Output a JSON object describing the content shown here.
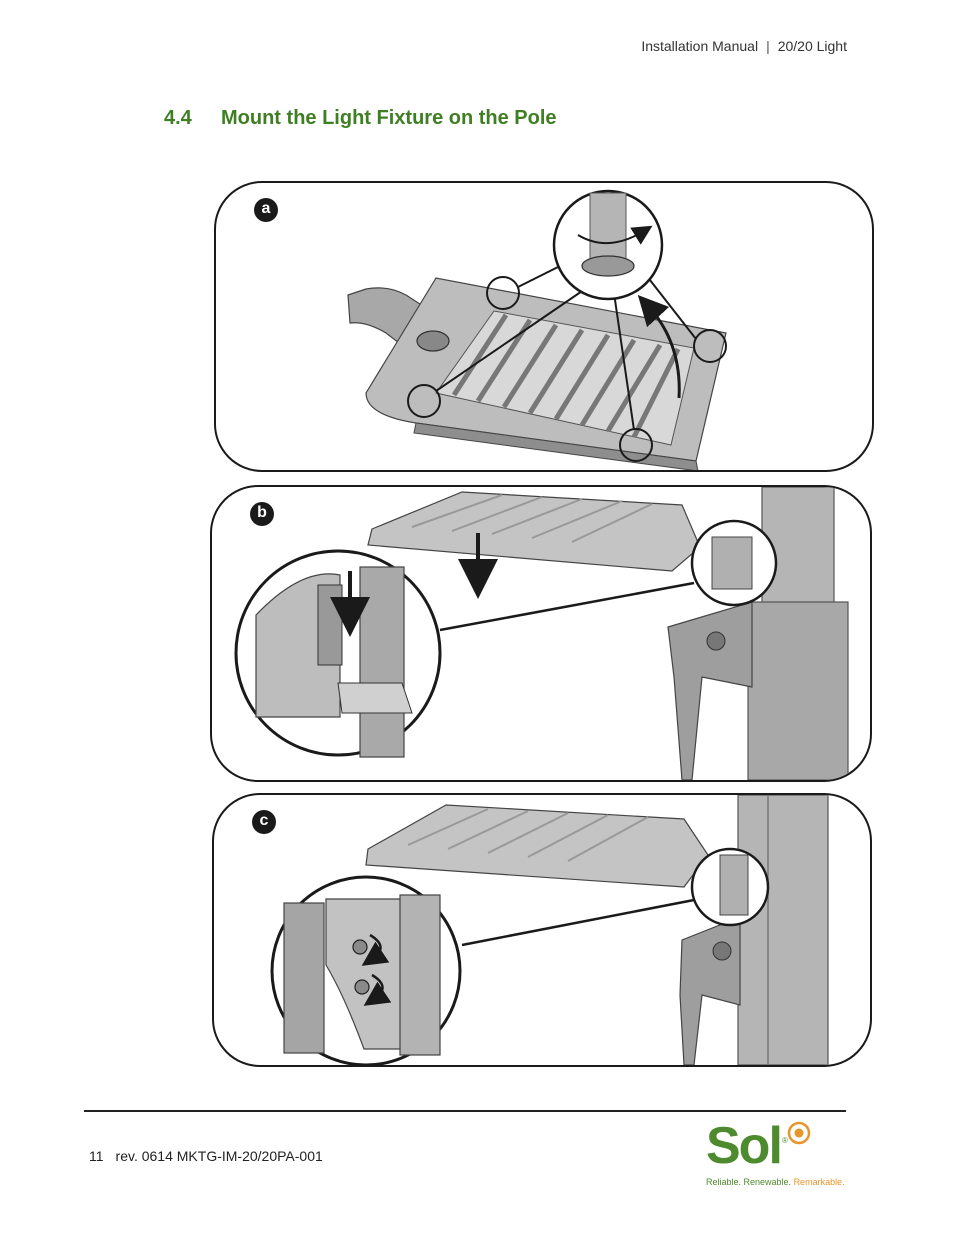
{
  "header": {
    "doc": "Installation Manual",
    "separator": "|",
    "product": "20/20 Light"
  },
  "section": {
    "number": "4.4",
    "title": "Mount the Light Fixture on the Pole"
  },
  "panels": [
    {
      "label": "a"
    },
    {
      "label": "b"
    },
    {
      "label": "c"
    }
  ],
  "footer": {
    "page": "11",
    "revision": "rev. 0614 MKTG-IM-20/20PA-001"
  },
  "logo": {
    "word": "Sol",
    "reg": "®",
    "tagline_1": "Reliable. Renewable. ",
    "tagline_2": "Remarkable."
  },
  "colors": {
    "heading": "#3f7f24",
    "logo_green": "#4e8a2e",
    "logo_orange": "#e8952a",
    "metal": "#b8b8b8",
    "outline": "#1a1a1a"
  }
}
